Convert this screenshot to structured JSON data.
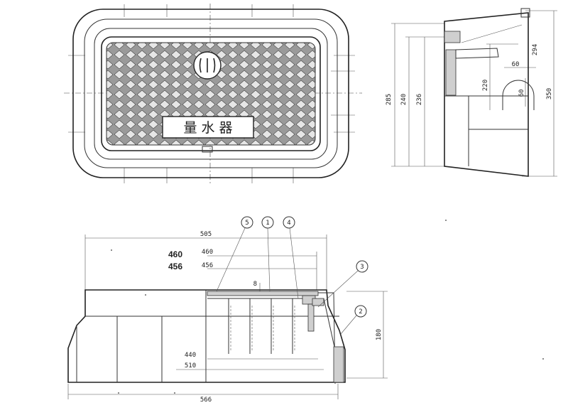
{
  "drawing": {
    "lid_marking": "量 水 器",
    "top_view": {},
    "side_view": {
      "dims": {
        "d285": "285",
        "d240": "240",
        "d236": "236",
        "d294": "294",
        "d60a": "60",
        "d60b": "60",
        "d220": "220",
        "d350": "350"
      }
    },
    "section_view": {
      "dims": {
        "d505": "505",
        "d460": "460",
        "d456": "456",
        "d8": "8",
        "d440": "440",
        "d510": "510",
        "d566": "566",
        "d180": "180"
      },
      "emphasis": {
        "e460": "460",
        "e456": "456"
      },
      "callouts": [
        "5",
        "1",
        "4",
        "3",
        "2"
      ]
    }
  }
}
